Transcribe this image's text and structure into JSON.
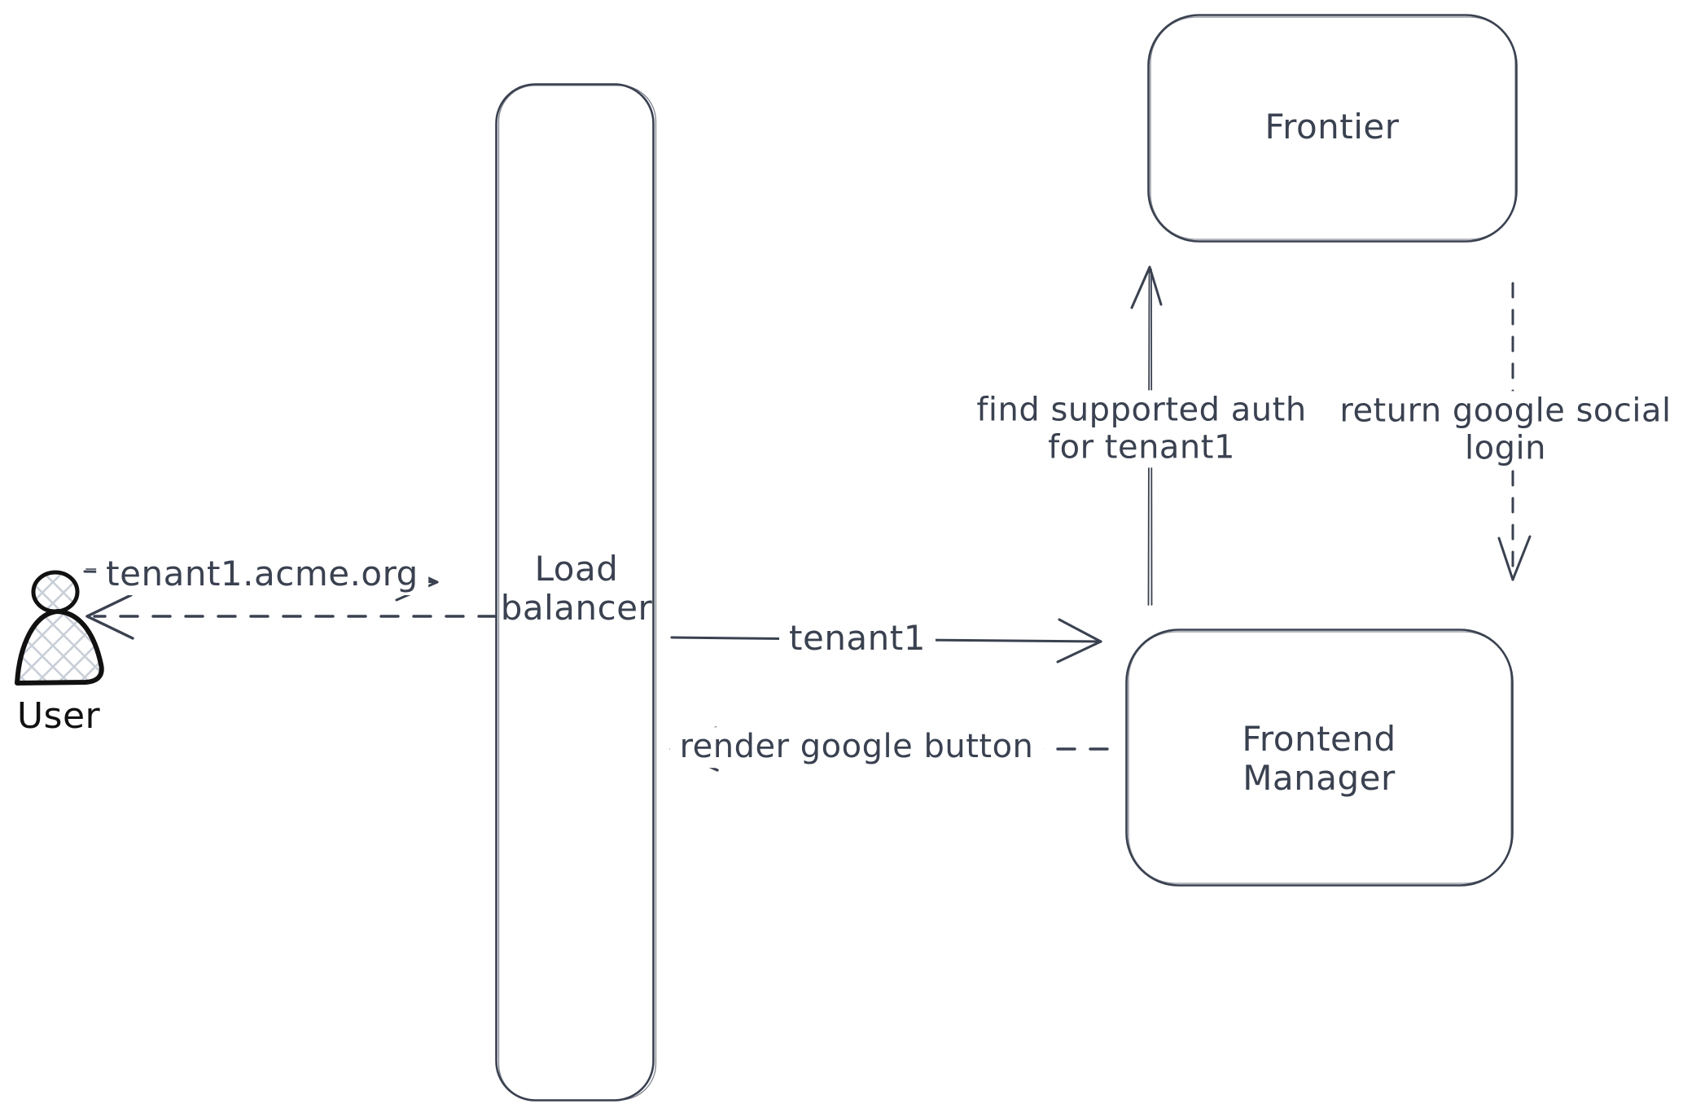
{
  "colors": {
    "background": "#ffffff",
    "diagram_stroke": "#3a4150",
    "user_figure_stroke": "#111111",
    "user_figure_hatch": "#c9cfd8"
  },
  "nodes": {
    "user": {
      "label": "User"
    },
    "load_balancer": {
      "line1": "Load",
      "line2": "balancer"
    },
    "frontier": {
      "label": "Frontier"
    },
    "frontend_manager": {
      "line1": "Frontend",
      "line2": "Manager"
    }
  },
  "messages": {
    "user_to_load_balancer": {
      "label": "tenant1.acme.org",
      "style": "solid",
      "direction": "right"
    },
    "load_balancer_to_user": {
      "label": "",
      "style": "dashed",
      "direction": "left"
    },
    "load_balancer_to_frontend_manager": {
      "label": "tenant1",
      "style": "solid",
      "direction": "right"
    },
    "frontend_manager_to_load_balancer": {
      "label": "render google button",
      "style": "dashed",
      "direction": "left"
    },
    "frontend_manager_to_frontier": {
      "line1": "find supported auth",
      "line2": "for tenant1",
      "style": "solid",
      "direction": "up"
    },
    "frontier_to_frontend_manager": {
      "line1": "return google social",
      "line2": "login",
      "style": "dashed",
      "direction": "down"
    }
  }
}
